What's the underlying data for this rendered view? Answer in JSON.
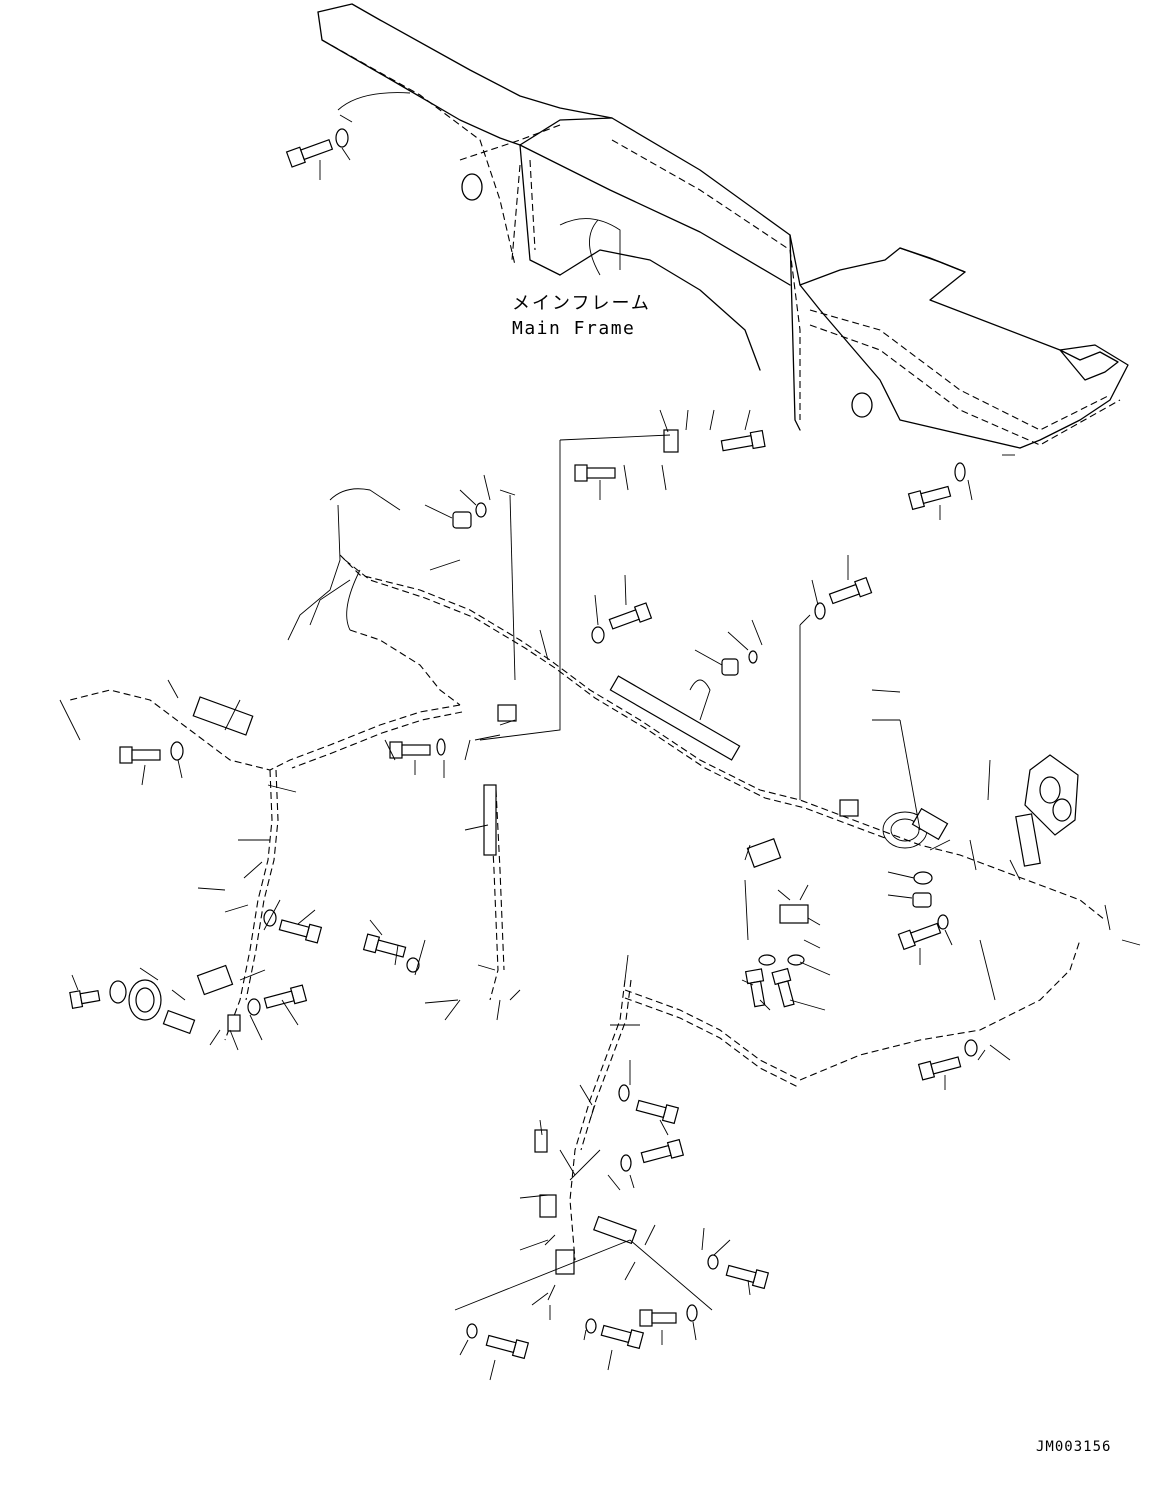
{
  "labels": {
    "main_frame_jp": "メインフレーム",
    "main_frame_en": "Main Frame",
    "figure_code": "JM003156"
  },
  "colors": {
    "line": "#000000",
    "background": "#ffffff"
  }
}
